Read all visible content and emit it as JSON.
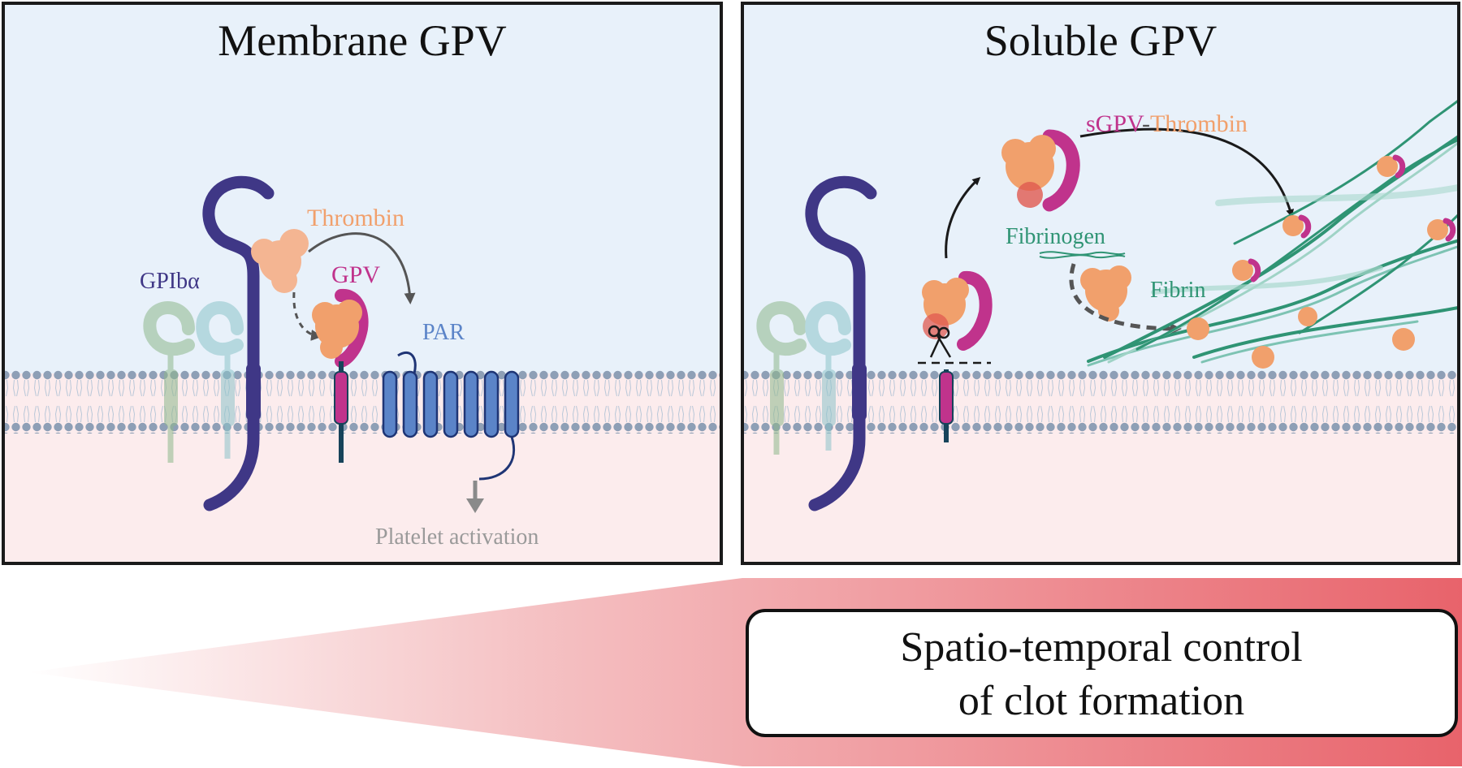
{
  "left_panel": {
    "title": "Membrane GPV",
    "labels": {
      "thrombin": "Thrombin",
      "gpv": "GPV",
      "gpiba": "GPIbα",
      "par": "PAR",
      "platelet_activation": "Platelet activation"
    }
  },
  "right_panel": {
    "title": "Soluble GPV",
    "labels": {
      "sgpv": "sGPV",
      "dash": "-",
      "thrombin": "Thrombin",
      "fibrinogen": "Fibrinogen",
      "fibrin": "Fibrin"
    }
  },
  "banner": {
    "line1": "Spatio-temporal control",
    "line2": "of clot formation"
  },
  "colors": {
    "extracellular": "#e8f1fa",
    "intracellular": "#fceced",
    "membrane_head": "#8e9fb6",
    "gpiba": "#3f3786",
    "gpv": "#c0338c",
    "gpv_stalk": "#17435a",
    "thrombin": "#f1a06c",
    "par": "#5b84c8",
    "fibrin": "#2f9474",
    "ramp": "#e8636b",
    "frame": "#1a1a1a"
  }
}
